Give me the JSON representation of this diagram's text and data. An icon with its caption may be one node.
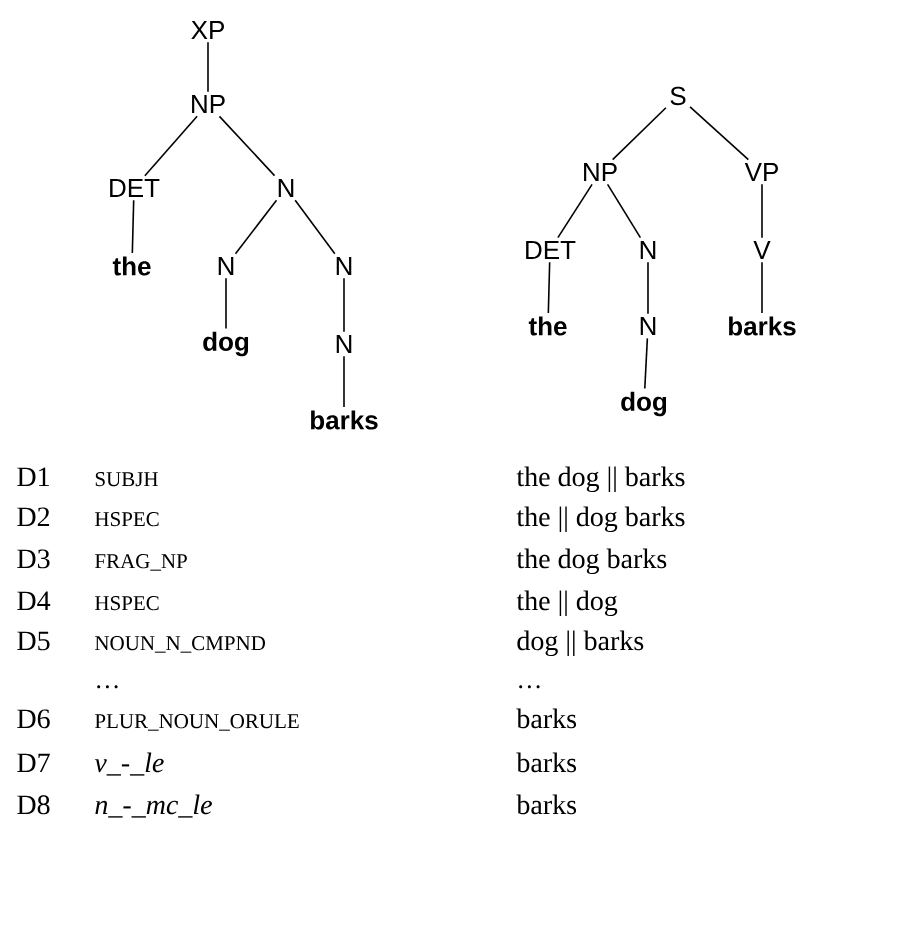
{
  "diagram": {
    "nodes": [
      {
        "text": [
          "XP"
        ]
      },
      {
        "text": [
          "NP"
        ]
      },
      {
        "text": [
          "DET"
        ]
      },
      {
        "text": [
          "N"
        ]
      },
      {
        "text": [
          "the"
        ]
      },
      {
        "text": [
          "N"
        ]
      },
      {
        "text": [
          "N"
        ]
      },
      {
        "text": [
          "dog"
        ]
      },
      {
        "text": [
          "N"
        ]
      },
      {
        "text": [
          "barks"
        ]
      },
      {
        "text": [
          "S"
        ]
      },
      {
        "text": [
          "NP"
        ]
      },
      {
        "text": [
          "VP"
        ]
      },
      {
        "text": [
          "DET"
        ]
      },
      {
        "text": [
          "N"
        ]
      },
      {
        "text": [
          "V"
        ]
      },
      {
        "text": [
          "the"
        ]
      },
      {
        "text": [
          "N"
        ]
      },
      {
        "text": [
          "barks"
        ]
      },
      {
        "text": [
          "dog"
        ]
      }
    ],
    "edges": [
      {
        "from": 0,
        "to": 1,
        "arrow": "none"
      },
      {
        "from": 1,
        "to": 2,
        "arrow": "none"
      },
      {
        "from": 1,
        "to": 3,
        "arrow": "none"
      },
      {
        "from": 2,
        "to": 4,
        "arrow": "none"
      },
      {
        "from": 3,
        "to": 5,
        "arrow": "none"
      },
      {
        "from": 3,
        "to": 6,
        "arrow": "none"
      },
      {
        "from": 5,
        "to": 7,
        "arrow": "none"
      },
      {
        "from": 6,
        "to": 8,
        "arrow": "none"
      },
      {
        "from": 8,
        "to": 9,
        "arrow": "none"
      },
      {
        "from": 10,
        "to": 11,
        "arrow": "none"
      },
      {
        "from": 10,
        "to": 12,
        "arrow": "none"
      },
      {
        "from": 11,
        "to": 13,
        "arrow": "none"
      },
      {
        "from": 11,
        "to": 14,
        "arrow": "none"
      },
      {
        "from": 12,
        "to": 15,
        "arrow": "none"
      },
      {
        "from": 13,
        "to": 16,
        "arrow": "none"
      },
      {
        "from": 14,
        "to": 17,
        "arrow": "none"
      },
      {
        "from": 15,
        "to": 18,
        "arrow": "none"
      },
      {
        "from": 17,
        "to": 19,
        "arrow": "none"
      }
    ],
    "labels": [
      "D1",
      "SUBJH",
      "the dog || barks",
      "D2",
      "HSPEC",
      "the || dog barks",
      "D3",
      "FRAG_NP",
      "the dog barks",
      "D4",
      "HSPEC",
      "the || dog",
      "D5",
      "NOUN_N_CMPND",
      "dog || barks",
      "…",
      "…",
      "D6",
      "PLUR_NOUN_ORULE",
      "barks",
      "D7",
      "v_-_le",
      "barks",
      "D8",
      "n_-_mc_le",
      "barks"
    ]
  }
}
